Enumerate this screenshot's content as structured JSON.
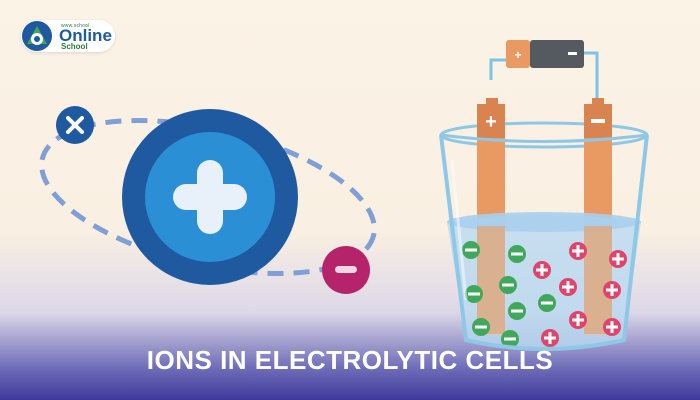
{
  "logo": {
    "small_text": "www.school",
    "main_text": "Online",
    "sub_text": "School"
  },
  "title": "IONS IN ELECTROLYTIC CELLS",
  "colors": {
    "background": "#fbf3e6",
    "cation_outer": "#1f5aa0",
    "cation_inner": "#2b8fd6",
    "anion": "#b5246b",
    "positive_ion": "#e0446a",
    "negative_ion": "#3fa85a",
    "electrode": "#e89a62",
    "water": "#b9d9f0",
    "title_band": "#3f3a9c"
  },
  "icons": [
    "plus-icon",
    "minus-icon",
    "battery-icon",
    "beaker-icon"
  ]
}
